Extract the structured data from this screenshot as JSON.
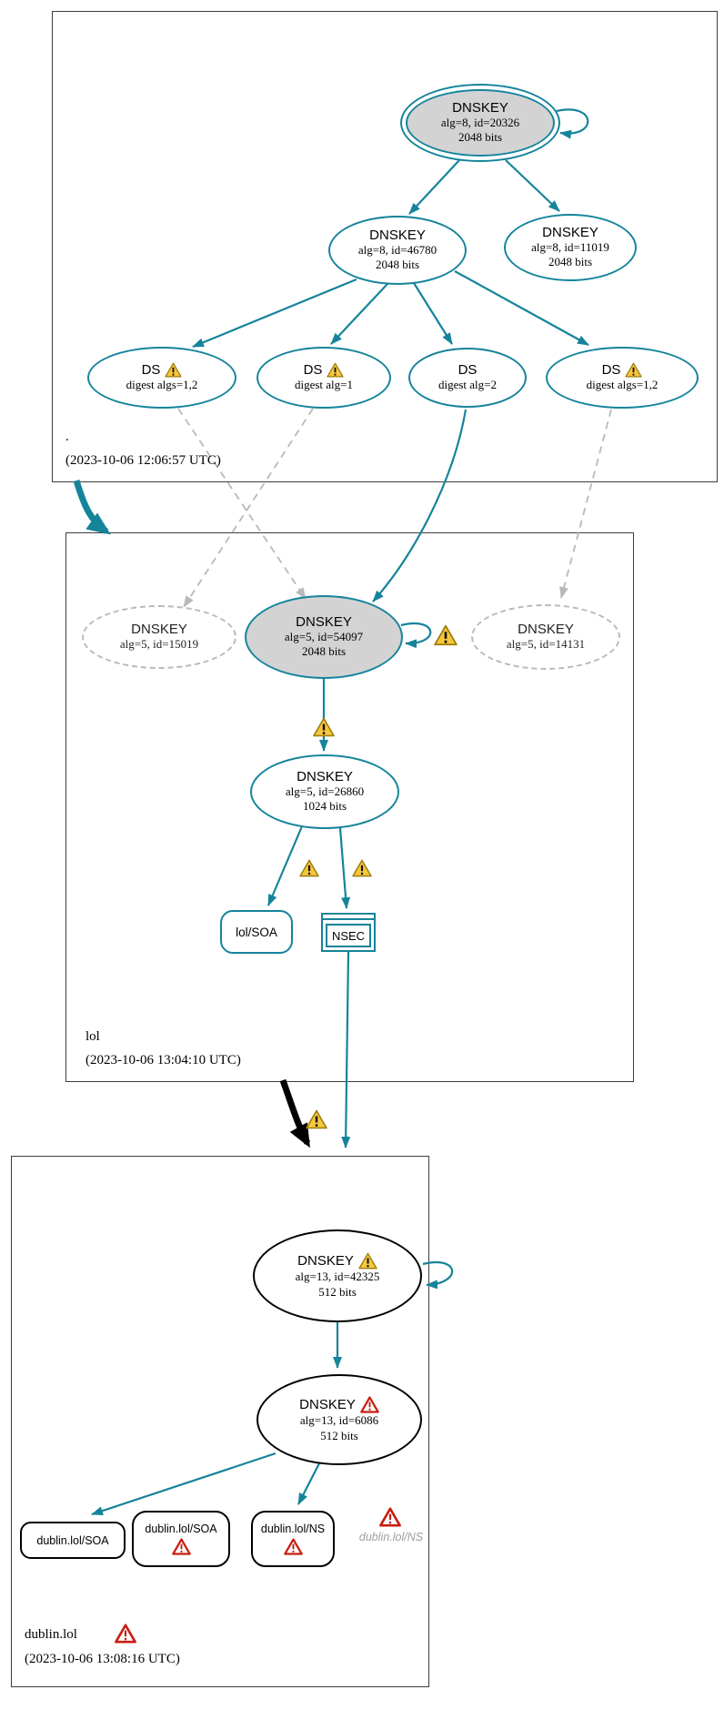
{
  "zones": {
    "root": {
      "label": ".",
      "timestamp": "(2023-10-06 12:06:57 UTC)"
    },
    "lol": {
      "label": "lol",
      "timestamp": "(2023-10-06 13:04:10 UTC)"
    },
    "dublin": {
      "label": "dublin.lol",
      "timestamp": "(2023-10-06 13:08:16 UTC)"
    }
  },
  "nodes": {
    "root_ksk": {
      "title": "DNSKEY",
      "detail1": "alg=8, id=20326",
      "detail2": "2048 bits"
    },
    "root_zsk": {
      "title": "DNSKEY",
      "detail1": "alg=8, id=46780",
      "detail2": "2048 bits"
    },
    "root_key_11019": {
      "title": "DNSKEY",
      "detail1": "alg=8, id=11019",
      "detail2": "2048 bits"
    },
    "ds1": {
      "title": "DS",
      "detail1": "digest algs=1,2"
    },
    "ds2": {
      "title": "DS",
      "detail1": "digest alg=1"
    },
    "ds3": {
      "title": "DS",
      "detail1": "digest alg=2"
    },
    "ds4": {
      "title": "DS",
      "detail1": "digest algs=1,2"
    },
    "lol_ghost_15019": {
      "title": "DNSKEY",
      "detail1": "alg=5, id=15019"
    },
    "lol_ksk": {
      "title": "DNSKEY",
      "detail1": "alg=5, id=54097",
      "detail2": "2048 bits"
    },
    "lol_ghost_14131": {
      "title": "DNSKEY",
      "detail1": "alg=5, id=14131"
    },
    "lol_zsk": {
      "title": "DNSKEY",
      "detail1": "alg=5, id=26860",
      "detail2": "1024 bits"
    },
    "lol_soa": {
      "label": "lol/SOA"
    },
    "nsec": {
      "label": "NSEC"
    },
    "dublin_ksk": {
      "title": "DNSKEY",
      "detail1": "alg=13, id=42325",
      "detail2": "512 bits"
    },
    "dublin_zsk": {
      "title": "DNSKEY",
      "detail1": "alg=13, id=6086",
      "detail2": "512 bits"
    },
    "dublin_soa_ok": {
      "label": "dublin.lol/SOA"
    },
    "dublin_soa_err": {
      "label": "dublin.lol/SOA"
    },
    "dublin_ns_err": {
      "label": "dublin.lol/NS"
    },
    "dublin_ns_ghost": {
      "label": "dublin.lol/NS"
    }
  },
  "icons": {
    "warning": "warning-triangle-icon",
    "error": "error-triangle-icon"
  },
  "colors": {
    "edge_secure": "#15849b",
    "node_fill_ksk": "#d3d3d3",
    "ghost_gray": "#b9b9b9",
    "warning_yellow": "#f7c63d",
    "error_red": "#c81e11",
    "bogus_black": "#000000"
  }
}
